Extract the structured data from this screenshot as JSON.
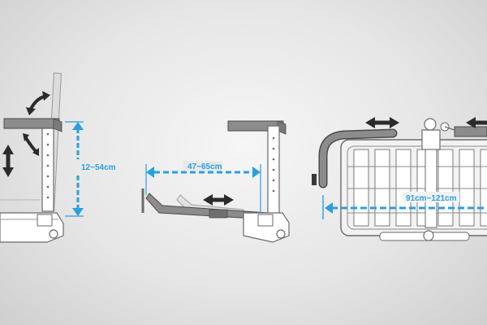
{
  "colors": {
    "background": "#e4e4e4",
    "dimension_blue": "#2a9fe0",
    "arrow_dark": "#2b2b2b",
    "frame_outline": "#6a6a6a",
    "tube_fill": "#8c8c8c"
  },
  "panels": [
    {
      "name": "height-adjustment",
      "dimension_label": "12~54cm"
    },
    {
      "name": "length-adjustment",
      "dimension_label": "47~65cm"
    },
    {
      "name": "width-adjustment",
      "dimension_label": "91cm~121cm"
    }
  ]
}
